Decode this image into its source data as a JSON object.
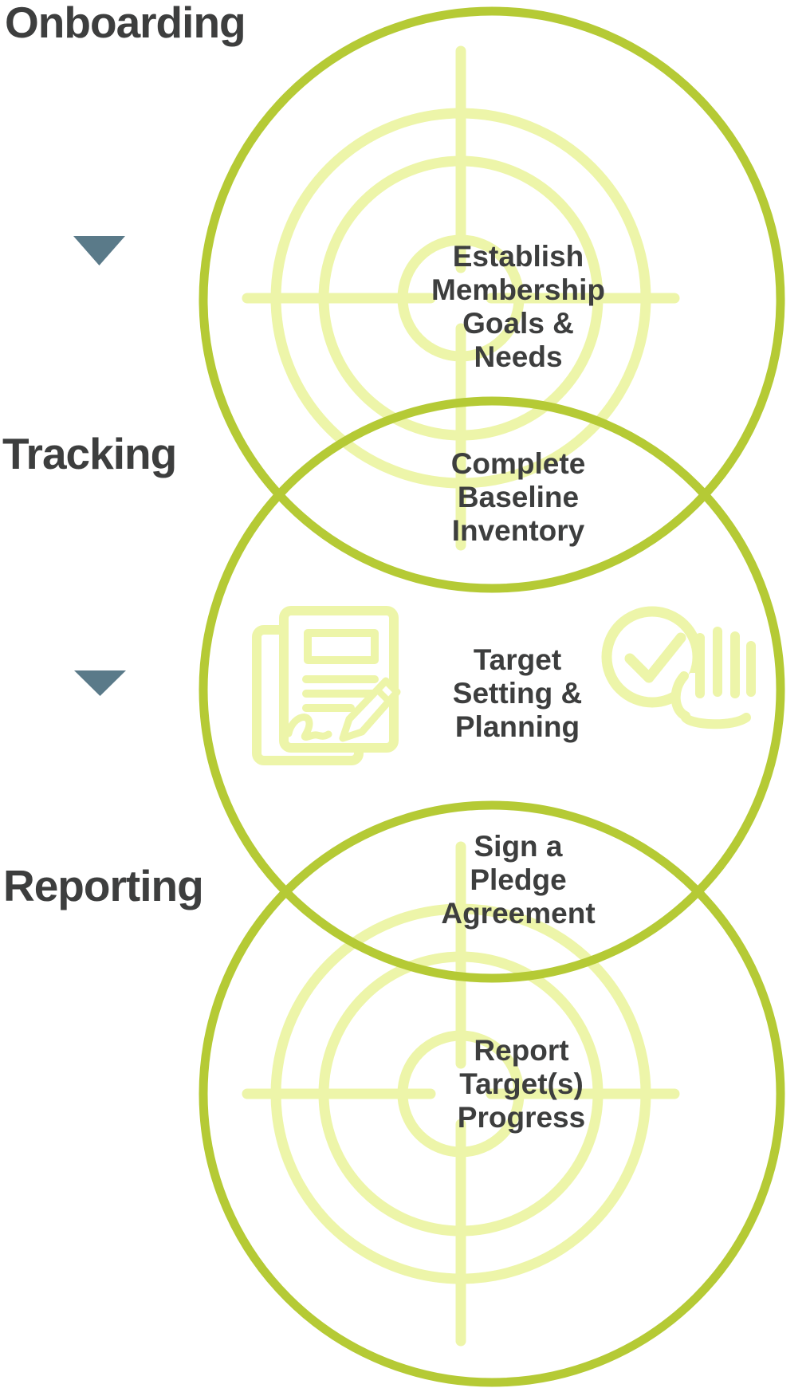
{
  "colors": {
    "circle_green": "#b5ca35",
    "icon_pale": "#edf5a9",
    "text_dark": "#3d3e3e",
    "arrow_slate": "#5a7a89"
  },
  "stages": [
    {
      "label": "Onboarding"
    },
    {
      "label": "Tracking"
    },
    {
      "label": "Reporting"
    }
  ],
  "steps": [
    {
      "text": "Establish\nMembership\nGoals &\nNeeds",
      "icon": "target-icon"
    },
    {
      "text": "Complete\nBaseline\nInventory"
    },
    {
      "text": "Target\nSetting &\nPlanning",
      "icon_left": "signed-pledge-document-icon",
      "icon_right": "pledge-hand-check-icon"
    },
    {
      "text": "Sign a\nPledge\nAgreement"
    },
    {
      "text": "Report\nTarget(s)\nProgress",
      "icon": "target-icon"
    }
  ]
}
